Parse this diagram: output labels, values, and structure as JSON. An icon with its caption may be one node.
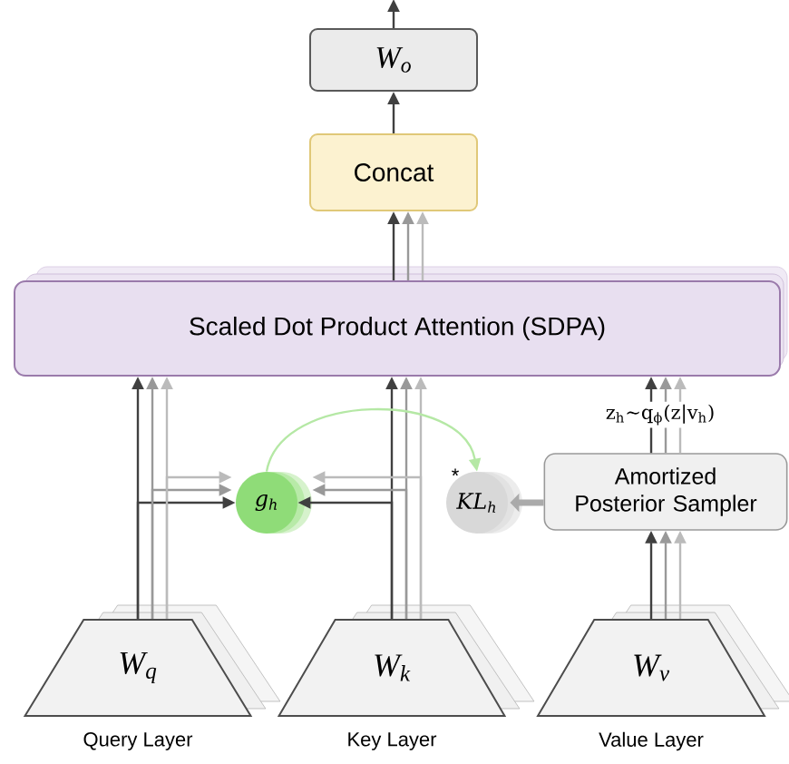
{
  "diagram": {
    "nodes": [
      {
        "text": [
          "W$_{o}$"
        ]
      },
      {
        "text": [
          "Concat"
        ]
      },
      {
        "text": [
          "Scaled Dot Product Attention (SDPA)"
        ]
      },
      {
        "text": [
          "g$_{h}$"
        ]
      },
      {
        "text": [
          "KL$_{h}$"
        ],
        "beside": [
          "*"
        ]
      },
      {
        "text": [
          "Amortized Posterior Sampler"
        ]
      },
      {
        "text": [
          "W$_{q}$"
        ],
        "beside": [
          "Query Layer"
        ]
      },
      {
        "text": [
          "W$_{k}$"
        ],
        "beside": [
          "Key Layer"
        ]
      },
      {
        "text": [
          "W$_{v}$"
        ],
        "beside": [
          "Value Layer"
        ]
      }
    ],
    "edges": [
      {
        "from": 0,
        "to": null,
        "arrow": "to"
      },
      {
        "from": 1,
        "to": 0,
        "arrow": "to"
      },
      {
        "from": 2,
        "to": 1,
        "arrow": "to"
      },
      {
        "from": 2,
        "to": 1,
        "arrow": "to",
        "color": "#999999"
      },
      {
        "from": 2,
        "to": 1,
        "arrow": "to",
        "color": "#bbbbbb"
      },
      {
        "from": 6,
        "to": 2,
        "arrow": "to"
      },
      {
        "from": 6,
        "to": 2,
        "arrow": "to",
        "color": "#999999"
      },
      {
        "from": 6,
        "to": 2,
        "arrow": "to",
        "color": "#bbbbbb"
      },
      {
        "from": 7,
        "to": 2,
        "arrow": "to"
      },
      {
        "from": 7,
        "to": 2,
        "arrow": "to",
        "color": "#999999"
      },
      {
        "from": 7,
        "to": 2,
        "arrow": "to",
        "color": "#bbbbbb"
      },
      {
        "from": 5,
        "to": 2,
        "arrow": "to",
        "label": "z$_{h}$~q$_{ϕ}$(z|v$_{h}$)"
      },
      {
        "from": 5,
        "to": 2,
        "arrow": "to",
        "color": "#999999"
      },
      {
        "from": 5,
        "to": 2,
        "arrow": "to",
        "color": "#bbbbbb"
      },
      {
        "from": 8,
        "to": 5,
        "arrow": "to"
      },
      {
        "from": 8,
        "to": 5,
        "arrow": "to",
        "color": "#999999"
      },
      {
        "from": 8,
        "to": 5,
        "arrow": "to",
        "color": "#bbbbbb"
      },
      {
        "from": 6,
        "to": 3,
        "arrow": "to"
      },
      {
        "from": 6,
        "to": 3,
        "arrow": "to",
        "color": "#999999"
      },
      {
        "from": 6,
        "to": 3,
        "arrow": "to",
        "color": "#bbbbbb"
      },
      {
        "from": 7,
        "to": 3,
        "arrow": "to"
      },
      {
        "from": 7,
        "to": 3,
        "arrow": "to",
        "color": "#999999"
      },
      {
        "from": 7,
        "to": 3,
        "arrow": "to",
        "color": "#bbbbbb"
      },
      {
        "from": 3,
        "to": 4,
        "arrow": "to",
        "color": "#b5e8a5"
      },
      {
        "from": 5,
        "to": 4,
        "arrow": "to",
        "style": "thick",
        "color": "#aaaaaa"
      }
    ]
  }
}
